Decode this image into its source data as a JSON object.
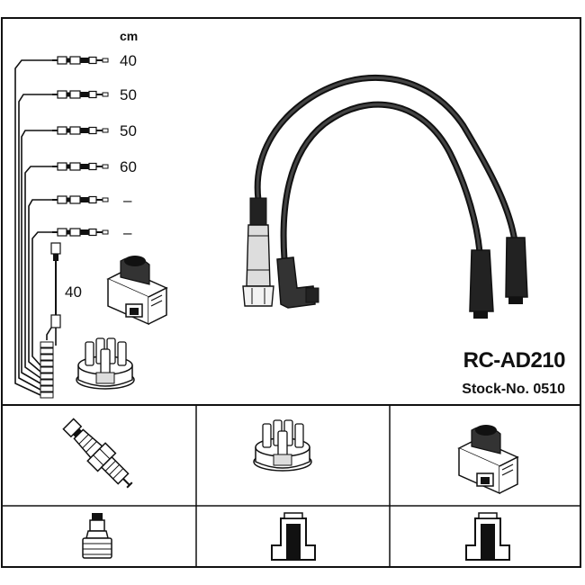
{
  "part_number": "RC-AD210",
  "stock_number": "Stock-No. 0510",
  "lengths": {
    "unit": "cm",
    "wires": [
      "40",
      "50",
      "50",
      "60",
      "–",
      "–"
    ],
    "coil_lead": "40"
  },
  "icons": {
    "main": [
      "ignition-coil-icon",
      "distributor-cap-icon",
      "ignition-lead-set-icon"
    ],
    "table_row1": [
      "spark-plug-icon",
      "distributor-cap-icon",
      "ignition-coil-icon"
    ],
    "table_row2": [
      "plug-connector-icon",
      "cap-terminal-icon",
      "coil-terminal-icon"
    ]
  }
}
